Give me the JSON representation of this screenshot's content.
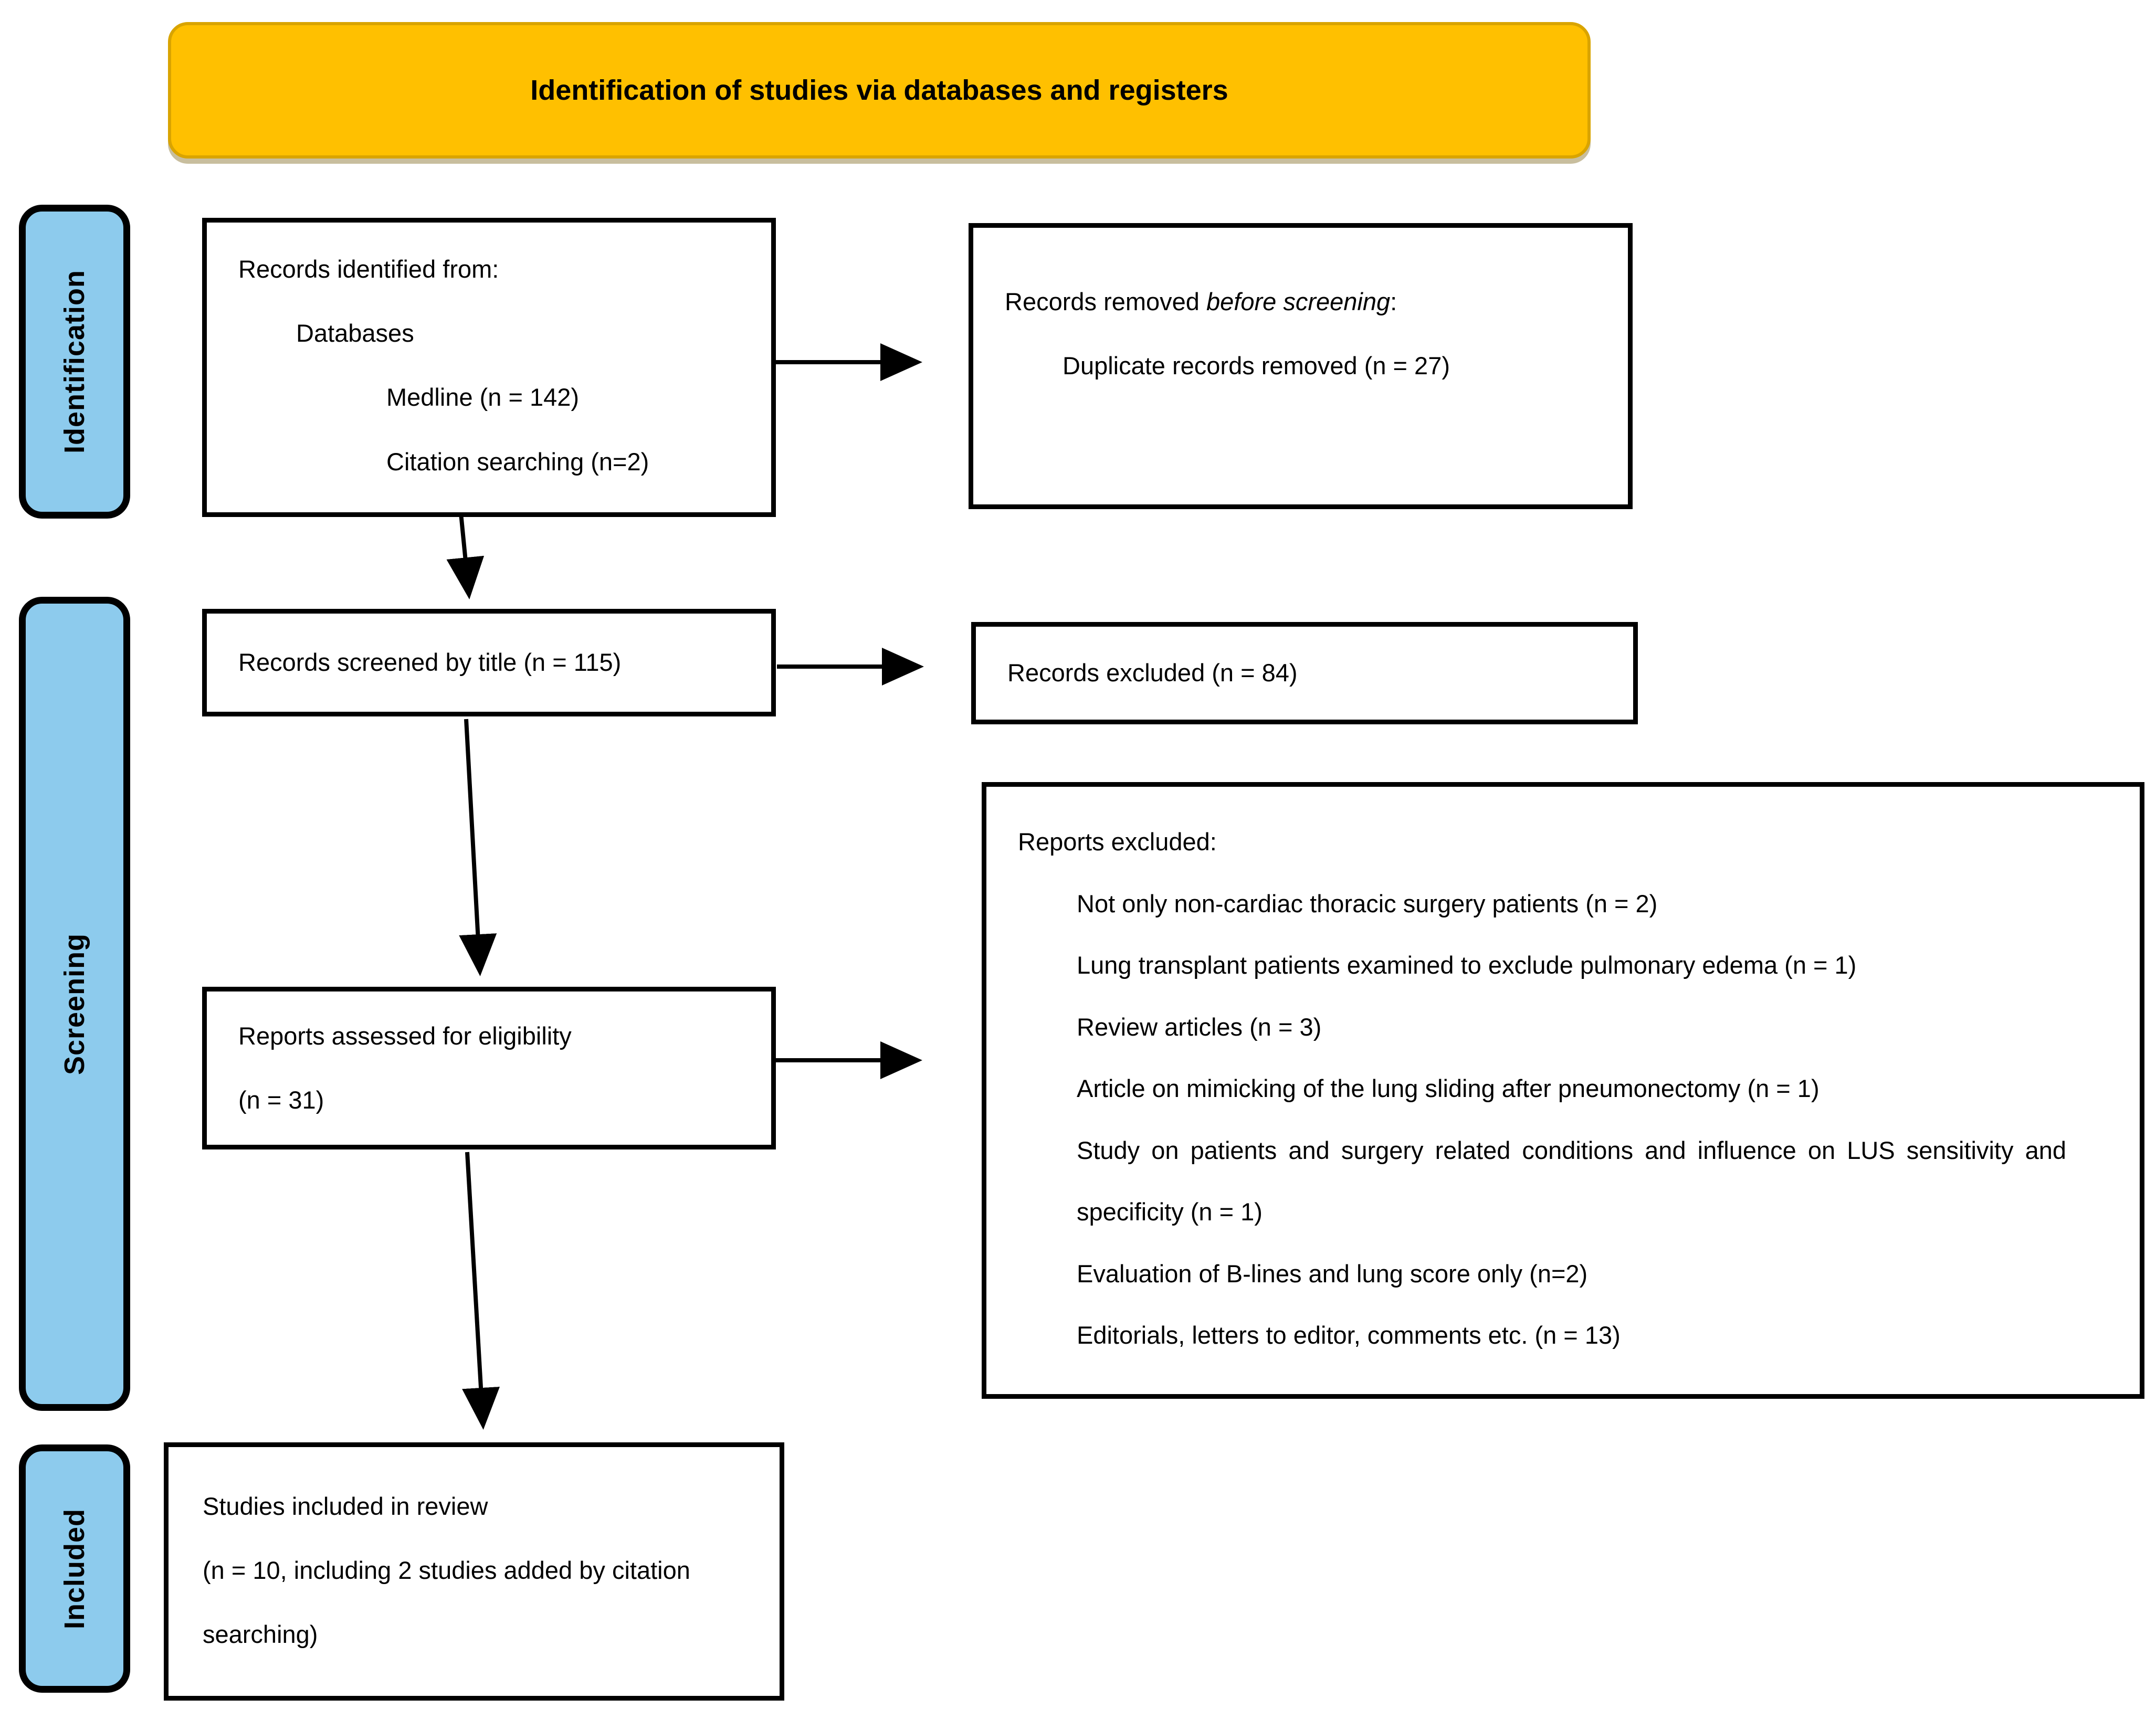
{
  "banner": {
    "title": "Identification of studies via databases and registers"
  },
  "sidebar": {
    "stages": [
      {
        "label": "Identification"
      },
      {
        "label": "Screening"
      },
      {
        "label": "Included"
      }
    ]
  },
  "boxes": {
    "identified": {
      "lines": [
        "Records identified from:",
        "Databases",
        "Medline (n = 142)",
        "Citation searching (n=2)"
      ]
    },
    "removed": {
      "line1_prefix": "Records removed ",
      "line1_italic": "before screening",
      "line1_suffix": ":",
      "detail": "Duplicate records removed (n = 27)"
    },
    "screened": {
      "text": "Records screened by title (n = 115)"
    },
    "records_excluded": {
      "text": "Records excluded (n = 84)"
    },
    "assessed": {
      "line1": "Reports assessed for eligibility",
      "line2": "(n = 31)"
    },
    "reports_excluded": {
      "header": "Reports excluded:",
      "reasons": [
        "Not only non-cardiac thoracic surgery patients (n = 2)",
        "Lung transplant patients examined to exclude pulmonary edema (n = 1)",
        "Review articles (n = 3)",
        "Article on mimicking of the lung sliding after pneumonectomy (n = 1)",
        "Study on patients and surgery related conditions and influence on LUS sensitivity and specificity (n = 1)",
        "Evaluation of B-lines and lung score only (n=2)",
        "Editorials, letters to editor, comments etc. (n = 13)"
      ]
    },
    "included": {
      "title_line": "Studies included in review",
      "detail": "(n = 10, including 2 studies added by citation searching)"
    }
  },
  "colors": {
    "banner_fill": "#FFC000",
    "banner_border": "#D9A400",
    "stage_fill": "#8DCBED",
    "line_color": "#000000"
  }
}
